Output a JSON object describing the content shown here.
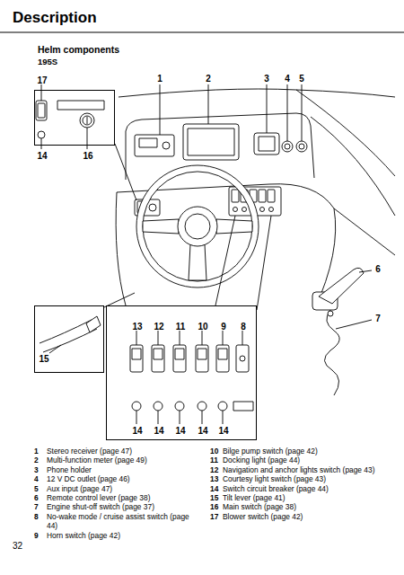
{
  "diagram": {
    "title": "Description",
    "nodes": [
      {
        "text": [
          "17",
          "14",
          "16"
        ]
      },
      {
        "text": [
          "15"
        ]
      },
      {
        "text": [
          "13",
          "12",
          "11",
          "10",
          "9",
          "8",
          "14",
          "14",
          "14",
          "14",
          "14"
        ]
      }
    ],
    "labels": [
      "Helm components",
      "195S",
      "1",
      "2",
      "3",
      "4",
      "5",
      "6",
      "7",
      "1",
      "Stereo receiver (page 47)",
      "2",
      "Multi-function meter (page 49)",
      "3",
      "Phone holder",
      "4",
      "12 V DC outlet (page 46)",
      "5",
      "Aux input (page 47)",
      "6",
      "Remote control lever (page 38)",
      "7",
      "Engine shut-off switch (page 37)",
      "8",
      "No-wake mode / cruise assist switch (page 44)",
      "9",
      "Horn switch (page 42)",
      "10",
      "Bilge pump switch (page 42)",
      "11",
      "Docking light (page 44)",
      "12",
      "Navigation and anchor lights switch (page 43)",
      "13",
      "Courtesy light switch (page 43)",
      "14",
      "Switch circuit breaker (page 44)",
      "15",
      "Tilt lever (page 41)",
      "16",
      "Main switch (page 38)",
      "17",
      "Blower switch (page 42)",
      "32"
    ]
  }
}
